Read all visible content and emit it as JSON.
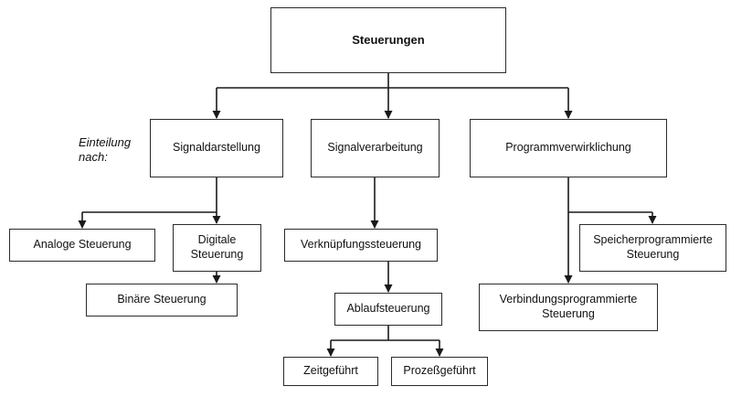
{
  "diagram": {
    "title": "Steuerungen hierarchy",
    "side_label": "Einteilung\nnach:",
    "colors": {
      "line": "#1a1a1a",
      "box_border": "#2b2b2b",
      "background": "#ffffff",
      "text": "#111111"
    },
    "nodes": {
      "root": {
        "label": "Steuerungen"
      },
      "signaldarstellung": {
        "label": "Signaldarstellung"
      },
      "signalverarbeitung": {
        "label": "Signalverarbeitung"
      },
      "programmverwirklichung": {
        "label": "Programmverwirklichung"
      },
      "analoge": {
        "label": "Analoge Steuerung"
      },
      "digitale": {
        "label": "Digitale Steuerung"
      },
      "binaere": {
        "label": "Binäre Steuerung"
      },
      "verknuepfung": {
        "label": "Verknüpfungssteuerung"
      },
      "ablauf": {
        "label": "Ablaufsteuerung"
      },
      "zeit": {
        "label": "Zeitgeführt"
      },
      "prozess": {
        "label": "Prozeßgeführt"
      },
      "speicher": {
        "label": "Speicherprogrammierte Steuerung"
      },
      "verbindung": {
        "label": "Verbindungsprogrammierte Steuerung"
      }
    },
    "edges": [
      "Steuerungen -> Signaldarstellung",
      "Steuerungen -> Signalverarbeitung",
      "Steuerungen -> Programmverwirklichung",
      "Signaldarstellung -> Analoge Steuerung",
      "Signaldarstellung -> Digitale Steuerung",
      "Digitale Steuerung -> Binäre Steuerung",
      "Signalverarbeitung -> Verknüpfungssteuerung",
      "Verknüpfungssteuerung -> Ablaufsteuerung",
      "Ablaufsteuerung -> Zeitgeführt",
      "Ablaufsteuerung -> Prozeßgeführt",
      "Programmverwirklichung -> Speicherprogrammierte Steuerung",
      "Programmverwirklichung -> Verbindungsprogrammierte Steuerung"
    ]
  }
}
